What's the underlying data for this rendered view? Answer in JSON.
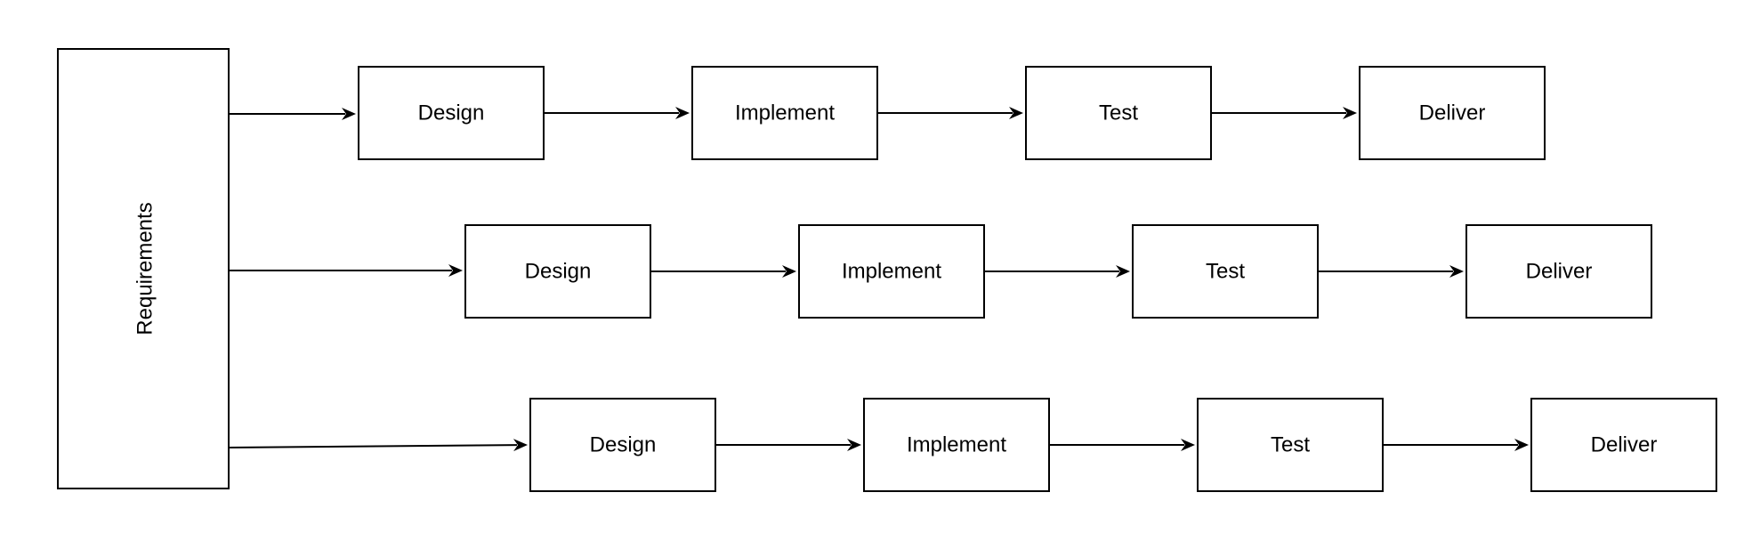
{
  "diagram": {
    "requirements": {
      "label": "Requirements"
    },
    "rows": [
      {
        "steps": [
          "Design",
          "Implement",
          "Test",
          "Deliver"
        ]
      },
      {
        "steps": [
          "Design",
          "Implement",
          "Test",
          "Deliver"
        ]
      },
      {
        "steps": [
          "Design",
          "Implement",
          "Test",
          "Deliver"
        ]
      }
    ]
  }
}
